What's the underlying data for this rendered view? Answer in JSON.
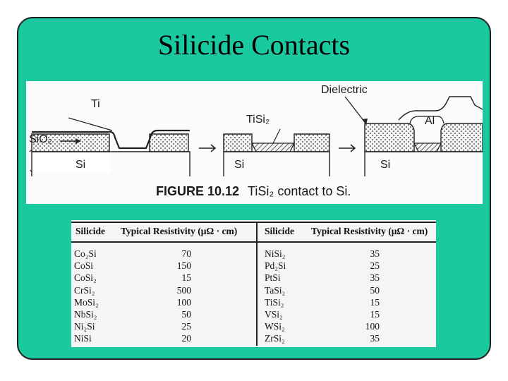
{
  "title": "Silicide Contacts",
  "figure": {
    "caption_label": "FIGURE 10.12",
    "caption_text": "TiSi₂ contact to Si.",
    "labels": {
      "ti": "Ti",
      "sio2": "SiO₂",
      "si1": "Si",
      "tisi2": "TiSi₂",
      "si2": "Si",
      "dielectric": "Dielectric",
      "al": "Al",
      "si3": "Si"
    }
  },
  "table": {
    "headers": {
      "silicide": "Silicide",
      "resistivity": "Typical Resistivity (μΩ · cm)"
    },
    "left": [
      {
        "name": "Co₂Si",
        "value": "70"
      },
      {
        "name": "CoSi",
        "value": "150"
      },
      {
        "name": "CoSi₂",
        "value": "15"
      },
      {
        "name": "CrSi₂",
        "value": "500"
      },
      {
        "name": "MoSi₂",
        "value": "100"
      },
      {
        "name": "NbSi₂",
        "value": "50"
      },
      {
        "name": "Ni₂Si",
        "value": "25"
      },
      {
        "name": "NiSi",
        "value": "20"
      }
    ],
    "right": [
      {
        "name": "NiSi₂",
        "value": "35"
      },
      {
        "name": "Pd₂Si",
        "value": "25"
      },
      {
        "name": "PtSi",
        "value": "35"
      },
      {
        "name": "TaSi₂",
        "value": "50"
      },
      {
        "name": "TiSi₂",
        "value": "15"
      },
      {
        "name": "VSi₂",
        "value": "15"
      },
      {
        "name": "WSi₂",
        "value": "100"
      },
      {
        "name": "ZrSi₂",
        "value": "35"
      }
    ]
  },
  "colors": {
    "slide_background": "#19caa0",
    "border": "#1f1f1f"
  }
}
